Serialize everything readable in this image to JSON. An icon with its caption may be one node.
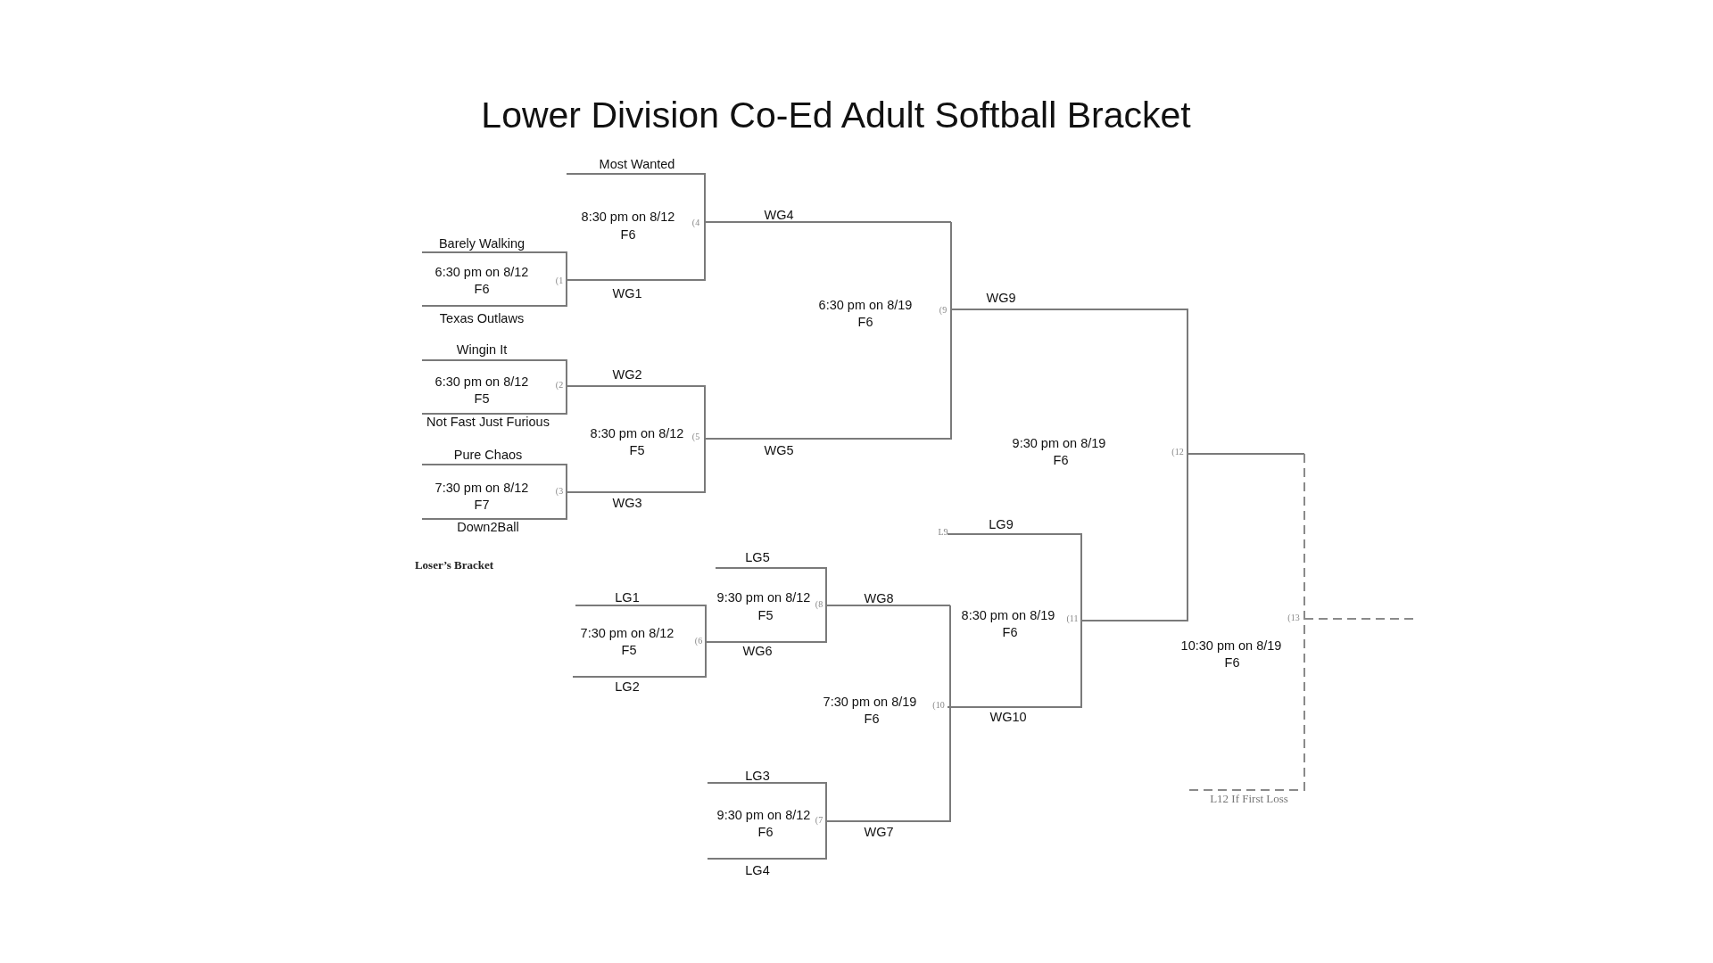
{
  "diagram": {
    "title": "Lower Division Co-Ed Adult Softball Bracket",
    "labels": [
      "Most Wanted",
      "8:30 pm on 8/12",
      "F6",
      "(4",
      "WG4",
      "Barely Walking",
      "6:30 pm on 8/12",
      "F6",
      "(1",
      "WG1",
      "WG9",
      "6:30 pm on 8/19",
      "(9",
      "F6",
      "Texas Outlaws",
      "Wingin It",
      "WG2",
      "6:30 pm on 8/12",
      "(2",
      "F5",
      "Not Fast Just Furious",
      "8:30 pm on 8/12",
      "(5",
      "9:30 pm on 8/19",
      "F5",
      "WG5",
      "(12",
      "Pure Chaos",
      "F6",
      "7:30 pm on 8/12",
      "(3",
      "WG3",
      "F7",
      "LG9",
      "Down2Ball",
      "L9",
      "LG5",
      "Loser’s Bracket",
      "LG1",
      "9:30 pm on 8/12",
      "WG8",
      "(8",
      "8:30 pm on 8/19",
      "F5",
      "(13",
      "(11",
      "F6",
      "7:30 pm on 8/12",
      "(6",
      "10:30 pm on 8/19",
      "F6",
      "F5",
      "WG6",
      "LG2",
      "7:30 pm on 8/19",
      "(10",
      "WG10",
      "F6",
      "LG3",
      "L12 If First Loss",
      "9:30 pm on 8/12",
      "(7",
      "WG7",
      "F6",
      "LG4"
    ]
  }
}
